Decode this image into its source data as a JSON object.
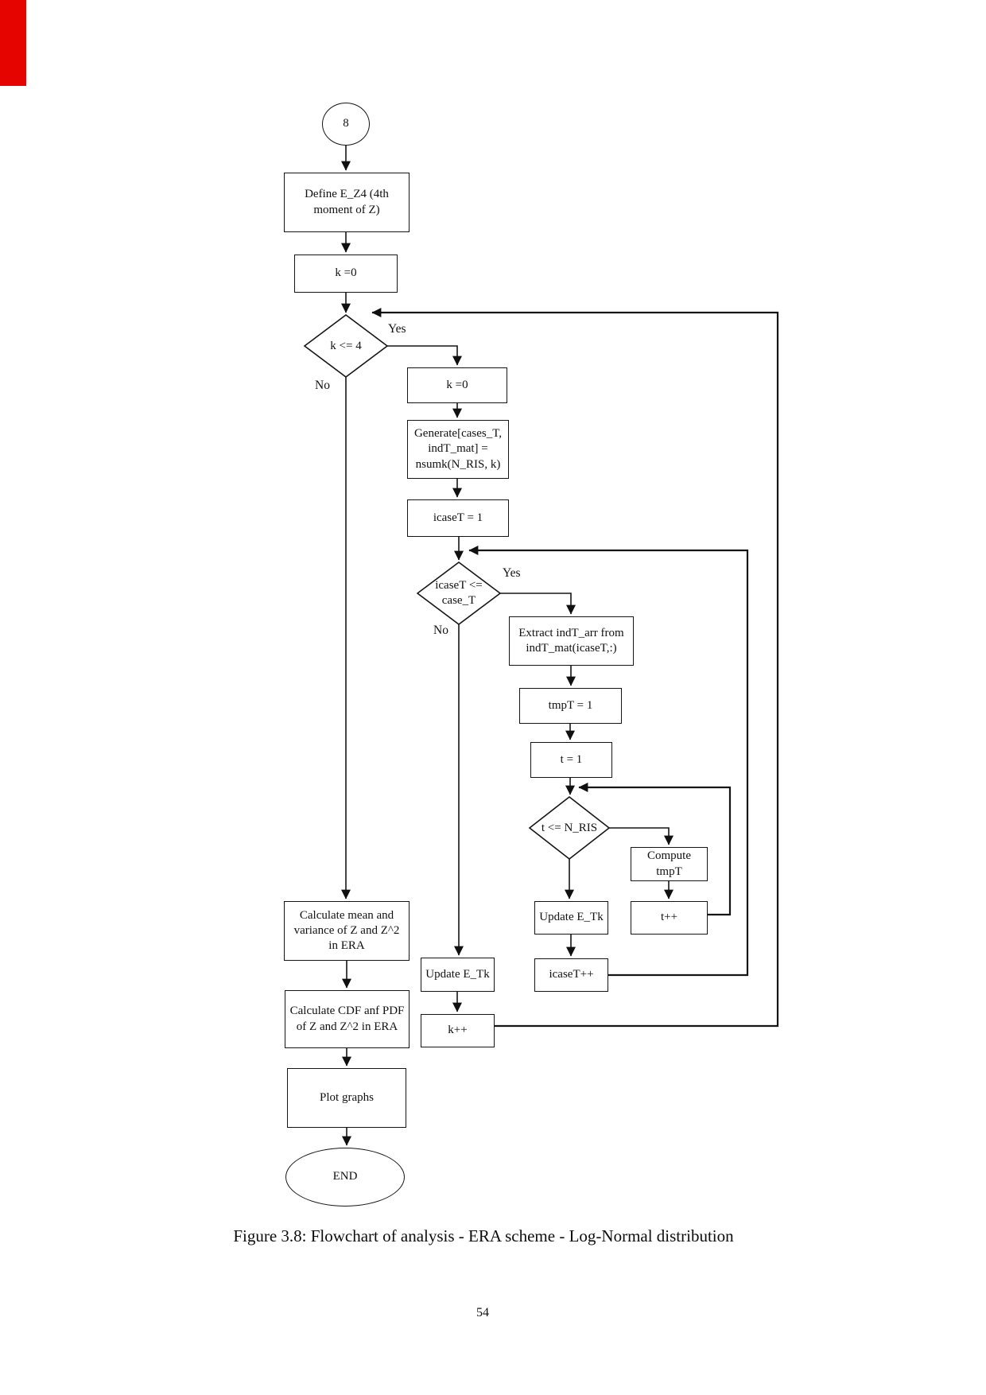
{
  "page": {
    "caption": "Figure 3.8: Flowchart of analysis - ERA scheme - Log-Normal distribution",
    "page_number": "54"
  },
  "flowchart": {
    "connector": "8",
    "nodes": {
      "define_ez4": "Define E_Z4 (4th moment of Z)",
      "k_init": "k =0",
      "k_cond": "k <= 4",
      "k_reset": "k =0",
      "generate": "Generate[cases_T, indT_mat] = nsumk(N_RIS, k)",
      "icase_init": "icaseT = 1",
      "icase_cond": "icaseT <= case_T",
      "extract": "Extract indT_arr from indT_mat(icaseT,:)",
      "tmpt_init": "tmpT = 1",
      "t_init": "t = 1",
      "t_cond": "t <= N_RIS",
      "compute_tmpt": "Compute tmpT",
      "t_increment": "t++",
      "update_etk_inner": "Update E_Tk",
      "icase_increment": "icaseT++",
      "update_etk_outer": "Update E_Tk",
      "k_increment": "k++",
      "calc_mean": "Calculate mean and variance of Z and Z^2 in ERA",
      "calc_cdf": "Calculate CDF anf PDF of Z and Z^2 in ERA",
      "plot": "Plot graphs",
      "end": "END"
    },
    "branch_labels": {
      "k_yes": "Yes",
      "k_no": "No",
      "icase_yes": "Yes",
      "icase_no": "No"
    }
  }
}
